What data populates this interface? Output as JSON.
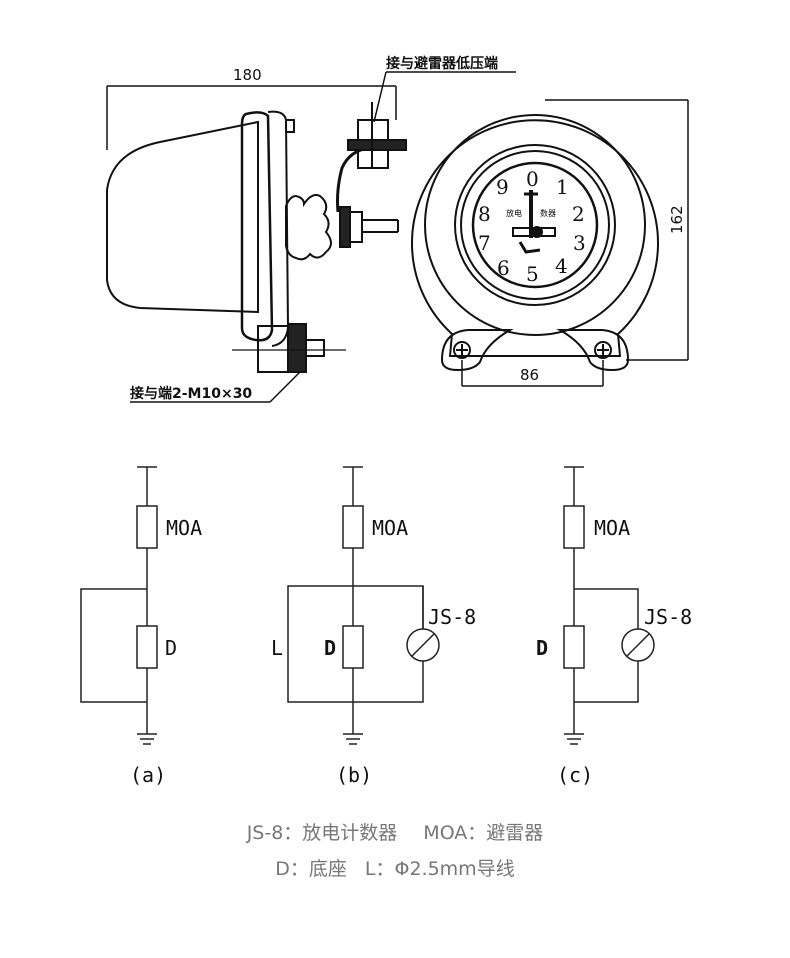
{
  "dimensions": {
    "overall_length": "180",
    "height": "162",
    "mount_spacing": "86"
  },
  "callouts": {
    "top_terminal": "接与避雷器低压端",
    "bottom_terminal": "接与端2-M10×30"
  },
  "dial": {
    "numbers": [
      "0",
      "1",
      "2",
      "3",
      "4",
      "5",
      "6",
      "7",
      "8",
      "9"
    ],
    "face_text": [
      "放电",
      "数器"
    ]
  },
  "circuits": [
    {
      "caption": "(a)",
      "moa_label": "MOA",
      "base_label": "D",
      "counter_label": "",
      "wire_label": ""
    },
    {
      "caption": "(b)",
      "moa_label": "MOA",
      "base_label": "D",
      "counter_label": "JS-8",
      "wire_label": "L"
    },
    {
      "caption": "(c)",
      "moa_label": "MOA",
      "base_label": "D",
      "counter_label": "JS-8",
      "wire_label": ""
    }
  ],
  "legend": {
    "line1": [
      "JS-8：放电计数器",
      "MOA：避雷器"
    ],
    "line2": [
      "D：底座",
      "L：Φ2.5mm导线"
    ]
  }
}
